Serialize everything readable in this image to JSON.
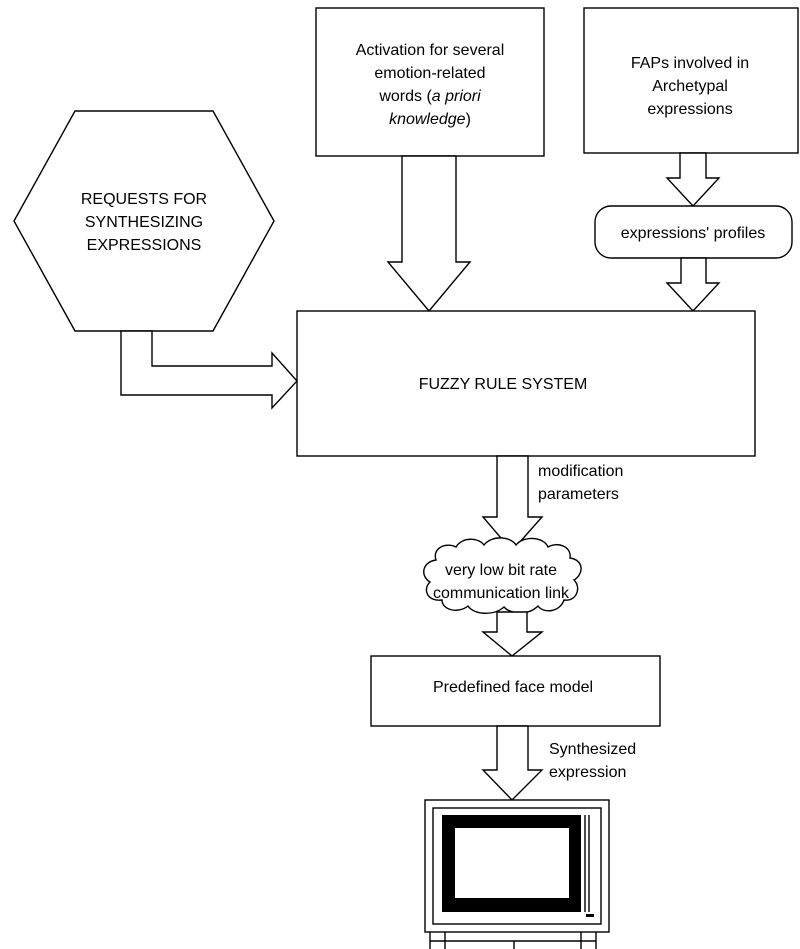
{
  "diagram": {
    "activation_box": {
      "line1": "Activation for several",
      "line2": "emotion-related",
      "line3_pre": "words (",
      "line3_italic": "a priori",
      "line4_italic": "knowledge",
      "line4_post": ")"
    },
    "faps_box": {
      "line1": "FAPs involved in",
      "line2": "Archetypal",
      "line3": "expressions"
    },
    "profiles_box": {
      "label": "expressions' profiles"
    },
    "requests_hexagon": {
      "line1": "REQUESTS FOR",
      "line2": "SYNTHESIZING",
      "line3": "EXPRESSIONS"
    },
    "fuzzy_box": {
      "label": "FUZZY RULE SYSTEM"
    },
    "modification_label": {
      "line1": "modification",
      "line2": "parameters"
    },
    "cloud": {
      "line1": "very low bit rate",
      "line2": "communication link"
    },
    "face_model_box": {
      "label": "Predefined face model"
    },
    "synthesized_label": {
      "line1": "Synthesized",
      "line2": "expression"
    },
    "monitor_icon": "monitor-icon"
  }
}
